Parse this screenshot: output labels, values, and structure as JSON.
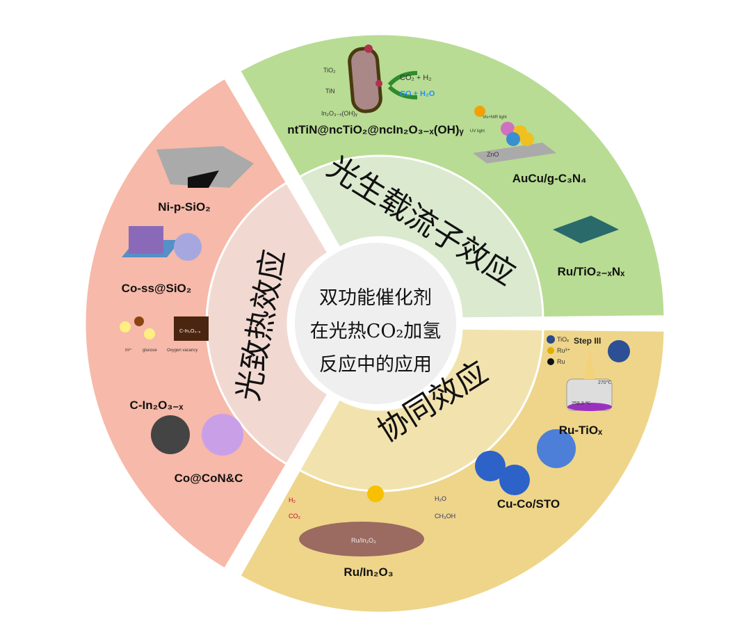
{
  "center": {
    "lines": [
      "双功能催化剂",
      "在光热CO₂加氢",
      "反应中的应用"
    ]
  },
  "segments": [
    {
      "title": "光生载流子效应",
      "outer_color": "#b8dc93",
      "inner_color": "#dbe9cf",
      "examples": [
        "ntTiN@ncTiO₂@ncIn₂O₃₋ₓ(OH)ᵧ",
        "AuCu/g-C₃N₄",
        "Ru/TiO₂₋ₓNₓ"
      ],
      "annotations": [
        "TiO₂",
        "TiN",
        "In₂O₃₋ₓ(OH)ᵧ",
        "CO₂ + H₂",
        "CO + H₂O",
        "ZnO",
        "UV light",
        "Vis+NIR light"
      ]
    },
    {
      "title": "协同效应",
      "outer_color": "#eed58a",
      "inner_color": "#f2e3ae",
      "examples": [
        "Ru-TiOₓ",
        "Cu-Co/STO",
        "Ru/In₂O₃"
      ],
      "annotations": [
        "TiOₓ",
        "Step III",
        "Ru³⁺",
        "Ru",
        "H₂",
        "CO₂",
        "H₂O",
        "CH₃OH",
        "Ru/In₂O₃",
        "259.3 ℃",
        "270℃"
      ]
    },
    {
      "title": "光致热效应",
      "outer_color": "#f7b9a9",
      "inner_color": "#f1d9d2",
      "examples": [
        "Ni-p-SiO₂",
        "Co-ss@SiO₂",
        "C-In₂O₃₋ₓ",
        "Co@CoN&C"
      ],
      "annotations": [
        "C-In₂O₃₋ₓ",
        "In³⁺",
        "glucose",
        "Oxygen vacancy"
      ]
    }
  ]
}
